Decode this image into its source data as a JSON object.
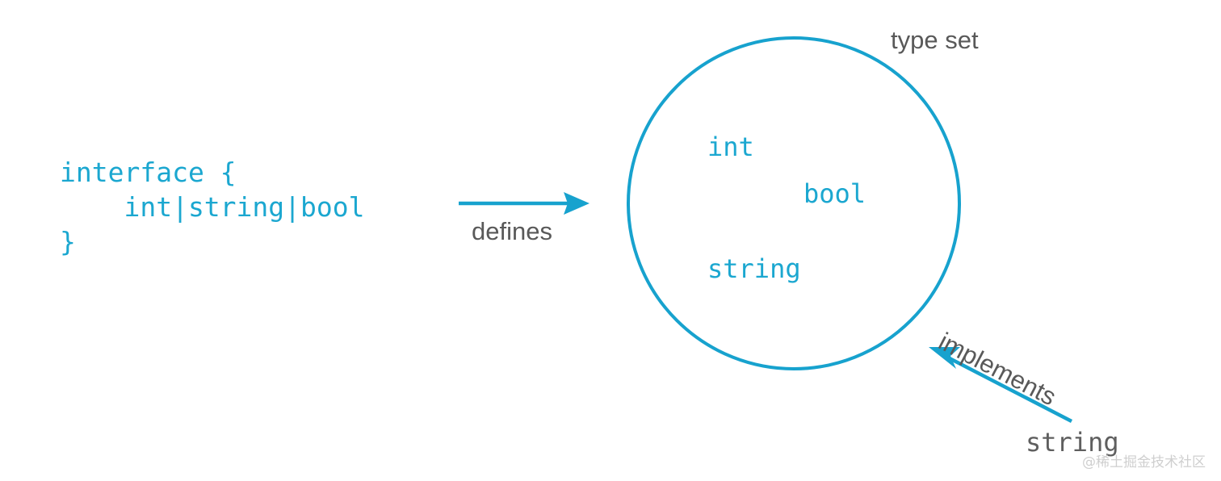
{
  "diagram": {
    "title_label": "type set",
    "code_block": {
      "lines": [
        "interface {",
        "    int|string|bool",
        "}"
      ]
    },
    "arrows": [
      {
        "name": "defines-arrow",
        "label": "defines",
        "direction": "right"
      },
      {
        "name": "implements-arrow",
        "label": "implements",
        "direction": "up-left"
      }
    ],
    "type_set": {
      "members": [
        {
          "name": "int"
        },
        {
          "name": "bool"
        },
        {
          "name": "string"
        }
      ]
    },
    "concrete_type_label": "string",
    "watermark": "@稀土掘金技术社区",
    "colors": {
      "accent_blue": "#17A2CE",
      "code_blue": "#1BA7D0",
      "label_gray": "#595959",
      "concrete_gray": "#5F5F5F",
      "watermark_gray": "#CFCFCF",
      "background": "#FFFFFF"
    }
  }
}
